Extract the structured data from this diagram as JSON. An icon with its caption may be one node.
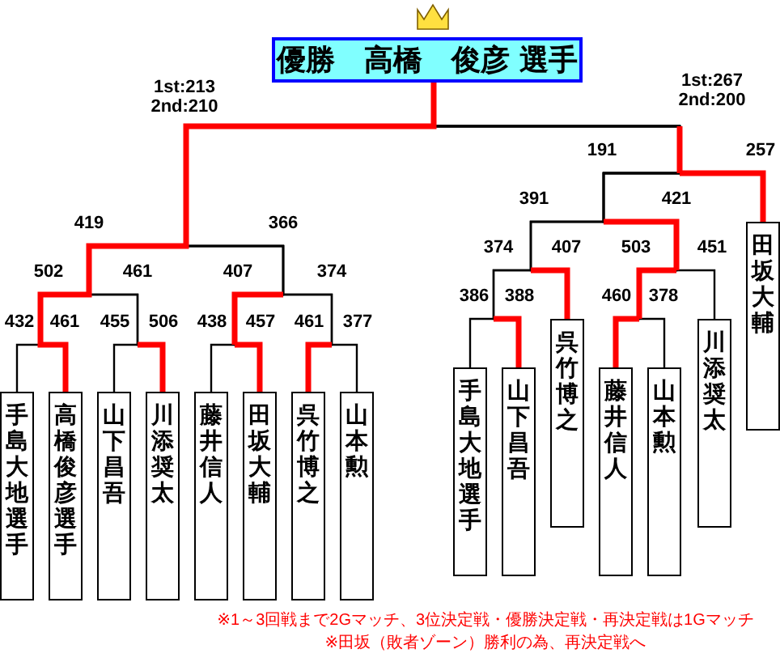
{
  "diagram": {
    "nodes": [
      {
        "text": [
          "優勝　高橋　俊彦 選手"
        ]
      },
      {
        "text": [
          "手島大地選手"
        ],
        "beside": [
          "432"
        ]
      },
      {
        "text": [
          "高橋俊彦選手"
        ],
        "beside": [
          "461",
          "502",
          "419",
          "1st:213",
          "2nd:210"
        ]
      },
      {
        "text": [
          "山下昌吾"
        ],
        "beside": [
          "455"
        ]
      },
      {
        "text": [
          "川添奨太"
        ],
        "beside": [
          "506",
          "461"
        ]
      },
      {
        "text": [
          "藤井信人"
        ],
        "beside": [
          "438"
        ]
      },
      {
        "text": [
          "田坂大輔"
        ],
        "beside": [
          "457",
          "407",
          "366"
        ]
      },
      {
        "text": [
          "呉竹博之"
        ],
        "beside": [
          "461",
          "374"
        ]
      },
      {
        "text": [
          "山本勲"
        ],
        "beside": [
          "377"
        ]
      },
      {
        "text": [
          "手島大地選手"
        ],
        "beside": [
          "386"
        ]
      },
      {
        "text": [
          "山下昌吾"
        ],
        "beside": [
          "388",
          "374"
        ]
      },
      {
        "text": [
          "呉竹博之"
        ],
        "beside": [
          "407",
          "391"
        ]
      },
      {
        "text": [
          "藤井信人"
        ],
        "beside": [
          "460",
          "503",
          "421",
          "191"
        ]
      },
      {
        "text": [
          "山本勲"
        ]
      },
      {
        "text": [
          "川添奨太"
        ]
      },
      {
        "text": [
          "田坂大輔"
        ],
        "beside": [
          "257",
          "1st:267",
          "2nd:200"
        ]
      }
    ],
    "edges": [
      {
        "from": 1,
        "to": 0,
        "arrow": "none"
      },
      {
        "from": 2,
        "to": 0,
        "arrow": "none",
        "style": "thick",
        "color": "#ff0000"
      },
      {
        "from": 3,
        "to": 0,
        "arrow": "none"
      },
      {
        "from": 4,
        "to": 0,
        "arrow": "none"
      },
      {
        "from": 5,
        "to": 0,
        "arrow": "none"
      },
      {
        "from": 6,
        "to": 0,
        "arrow": "none"
      },
      {
        "from": 7,
        "to": 0,
        "arrow": "none"
      },
      {
        "from": 8,
        "to": 0,
        "arrow": "none"
      },
      {
        "from": 9,
        "to": 0,
        "arrow": "none"
      },
      {
        "from": 10,
        "to": 0,
        "arrow": "none"
      },
      {
        "from": 11,
        "to": 0,
        "arrow": "none"
      },
      {
        "from": 12,
        "to": 0,
        "arrow": "none"
      },
      {
        "from": 13,
        "to": 0,
        "arrow": "none"
      },
      {
        "from": 14,
        "to": 0,
        "arrow": "none"
      },
      {
        "from": 15,
        "to": 0,
        "arrow": "none"
      }
    ],
    "labels": [
      "451",
      "378",
      "※1～3回戦まで2Gマッチ、3位決定戦・優勝決定戦・再決定戦は1Gマッチ",
      "※田坂（敗者ゾーン）勝利の為、再決定戦へ"
    ]
  }
}
